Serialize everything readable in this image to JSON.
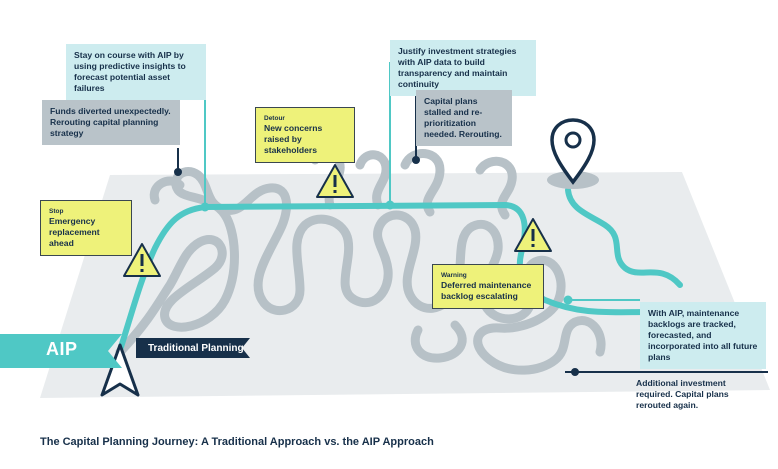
{
  "caption": "The Capital Planning Journey: A Traditional Approach vs. the AIP Approach",
  "legend": {
    "aip": "AIP",
    "traditional": "Traditional Planning"
  },
  "callouts": {
    "stay_on_course": "Stay on course with AIP by using predictive insights to forecast potential asset failures",
    "funds_diverted": "Funds diverted unexpectedly. Rerouting capital planning strategy",
    "stop_label": "Stop",
    "stop_text": "Emergency replacement ahead",
    "detour_label": "Detour",
    "detour_text": "New concerns raised by stakeholders",
    "justify": "Justify investment strategies with AIP data to build transparency and maintain continuity",
    "capital_stalled": "Capital plans stalled and re-prioritization needed. Rerouting.",
    "warning_label": "Warning",
    "warning_text": "Deferred maintenance backlog escalating",
    "backlogs_tracked": "With AIP, maintenance backlogs are tracked, forecasted, and incorporated into all future plans",
    "additional_investment": "Additional investment required. Capital plans rerouted again."
  },
  "colors": {
    "aip_teal": "#4fc8c5",
    "traditional_navy": "#17304a",
    "map_gray": "#e9ecee",
    "road_gray": "#b7c1c7",
    "warning_yellow": "#eef27a"
  },
  "icons": [
    "warning-icon",
    "location-pin-icon",
    "navigation-arrow-icon"
  ]
}
